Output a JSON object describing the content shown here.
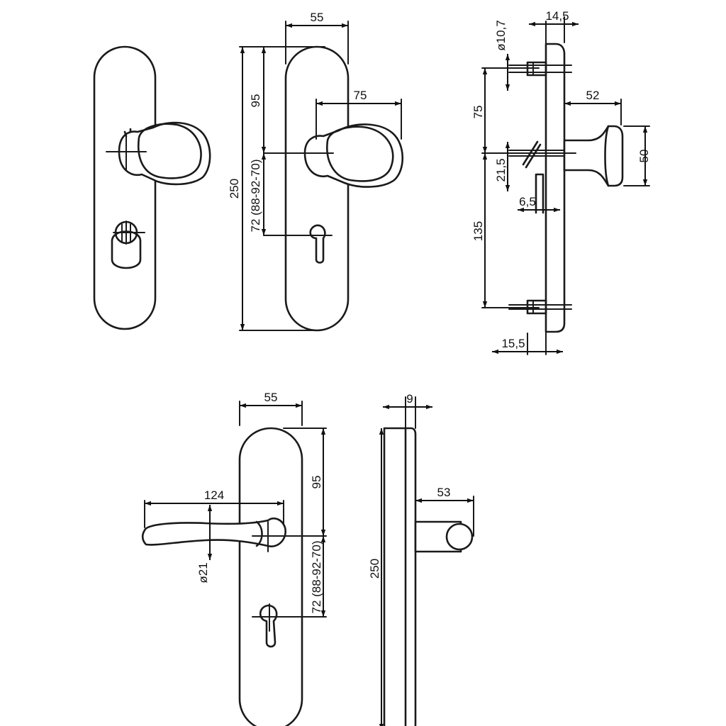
{
  "dimensions": {
    "top_front_width": "55",
    "top_front_height": "250",
    "top_front_handle_offset": "95",
    "top_front_spacing": "72 (88-92-70)",
    "top_knob_reach": "75",
    "side_thickness": "14,5",
    "side_bolt_diameter": "ø10,7",
    "side_upper_spacing": "75",
    "side_knob_projection": "52",
    "side_knob_diameter": "50",
    "side_spindle_offset": "21,5",
    "side_rose_offset": "6,5",
    "side_lower_spacing": "135",
    "side_bottom_offset": "15,5",
    "bottom_front_width": "55",
    "bottom_front_handle_offset": "95",
    "bottom_front_spacing": "72 (88-92-70)",
    "lever_length": "124",
    "lever_diameter": "ø21",
    "bottom_side_thickness": "9",
    "bottom_side_height": "250",
    "lever_projection": "53"
  },
  "colors": {
    "line": "#1a1a1a",
    "background": "#ffffff"
  }
}
